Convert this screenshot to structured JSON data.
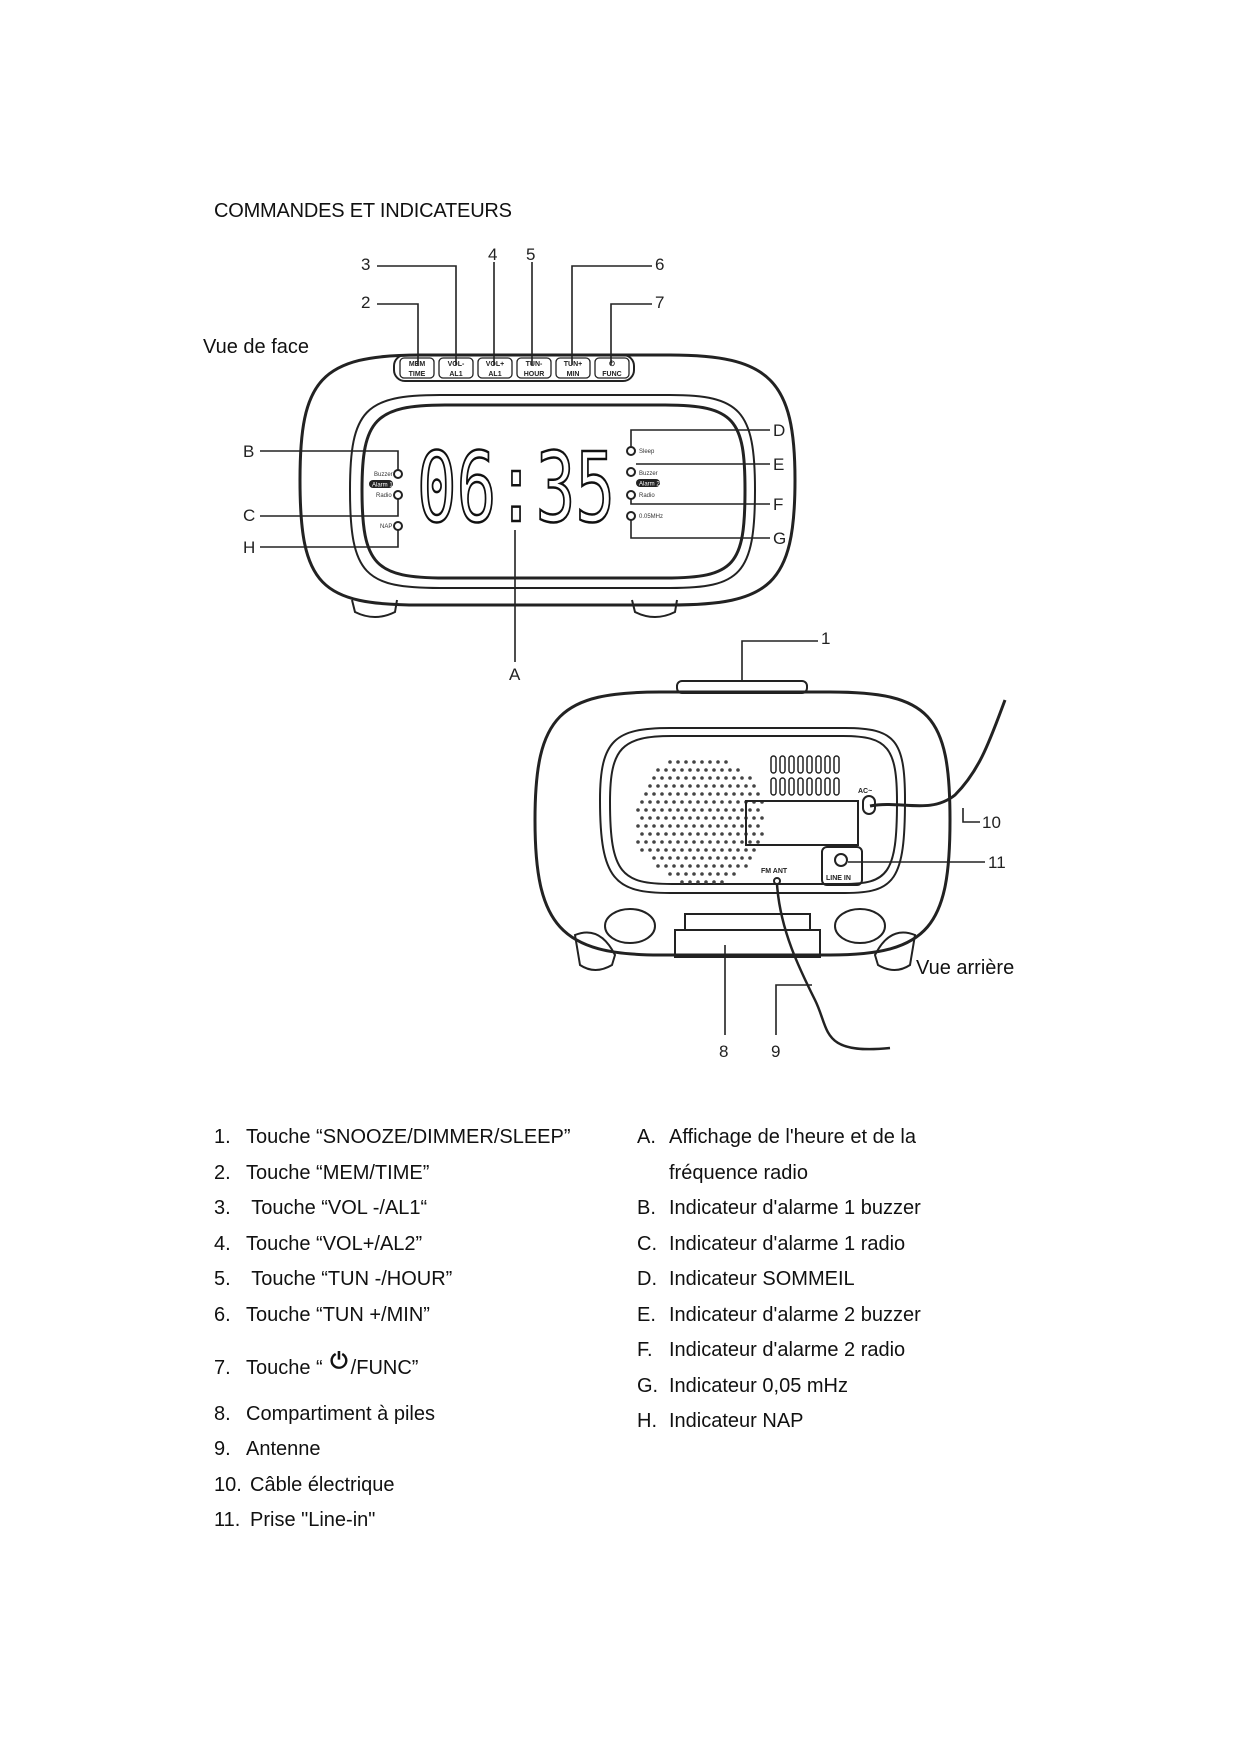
{
  "title": "COMMANDES ET INDICATEURS",
  "front_view": {
    "caption": "Vue de face",
    "clock_time": "06:35",
    "buttons": [
      {
        "top": "MEM",
        "bottom": "TIME"
      },
      {
        "top": "VOL-",
        "bottom": "AL1"
      },
      {
        "top": "VOL+",
        "bottom": "AL1"
      },
      {
        "top": "TUN-",
        "bottom": "HOUR"
      },
      {
        "top": "TUN+",
        "bottom": "MIN"
      },
      {
        "top": "⏻",
        "bottom": "FUNC"
      }
    ],
    "left_indicators": {
      "buzzer": "Buzzer",
      "alarm": "Alarm 1",
      "radio": "Radio",
      "nap": "NAP"
    },
    "right_indicators": {
      "sleep": "Sleep",
      "buzzer": "Buzzer",
      "alarm": "Alarm 2",
      "radio": "Radio",
      "freq": "0.05MHz"
    },
    "callouts": {
      "n2": "2",
      "n3": "3",
      "n4": "4",
      "n5": "5",
      "n6": "6",
      "n7": "7",
      "A": "A",
      "B": "B",
      "C": "C",
      "D": "D",
      "E": "E",
      "F": "F",
      "G": "G",
      "H": "H"
    }
  },
  "rear_view": {
    "caption": "Vue arrière",
    "ac_label": "AC~",
    "line_in_label": "LINE IN",
    "fm_ant_label": "FM ANT",
    "callouts": {
      "n1": "1",
      "n8": "8",
      "n9": "9",
      "n10": "10",
      "n11": "11"
    }
  },
  "controls_list": [
    {
      "num": "1.",
      "text": "Touche “SNOOZE/DIMMER/SLEEP”"
    },
    {
      "num": "2.",
      "text": "Touche “MEM/TIME”"
    },
    {
      "num": "3.",
      "text": " Touche “VOL -/AL1“"
    },
    {
      "num": "4.",
      "text": "Touche “VOL+/AL2”"
    },
    {
      "num": "5.",
      "text": " Touche “TUN -/HOUR”"
    },
    {
      "num": "6.",
      "text": "Touche “TUN +/MIN”"
    },
    {
      "num": "7.",
      "text_before": "Touche “ ",
      "icon": "⏻",
      "text_after": "/FUNC”"
    },
    {
      "num": "8.",
      "text": "Compartiment à piles"
    },
    {
      "num": "9.",
      "text": "Antenne"
    },
    {
      "num": "10.",
      "text": "Câble électrique"
    },
    {
      "num": "11.",
      "text": "Prise \"Line-in\""
    }
  ],
  "indicators_list": [
    {
      "num": "A.",
      "text": "Affichage de l'heure et de la"
    },
    {
      "num": "",
      "text": "fréquence radio"
    },
    {
      "num": "B.",
      "text": "Indicateur d'alarme 1 buzzer"
    },
    {
      "num": "C.",
      "text": "Indicateur d'alarme 1 radio"
    },
    {
      "num": "D.",
      "text": "Indicateur SOMMEIL"
    },
    {
      "num": "E.",
      "text": "Indicateur d'alarme 2 buzzer"
    },
    {
      "num": "F.",
      "text": "Indicateur d'alarme 2 radio"
    },
    {
      "num": "G.",
      "text": "Indicateur 0,05 mHz"
    },
    {
      "num": "H.",
      "text": "Indicateur NAP"
    }
  ]
}
